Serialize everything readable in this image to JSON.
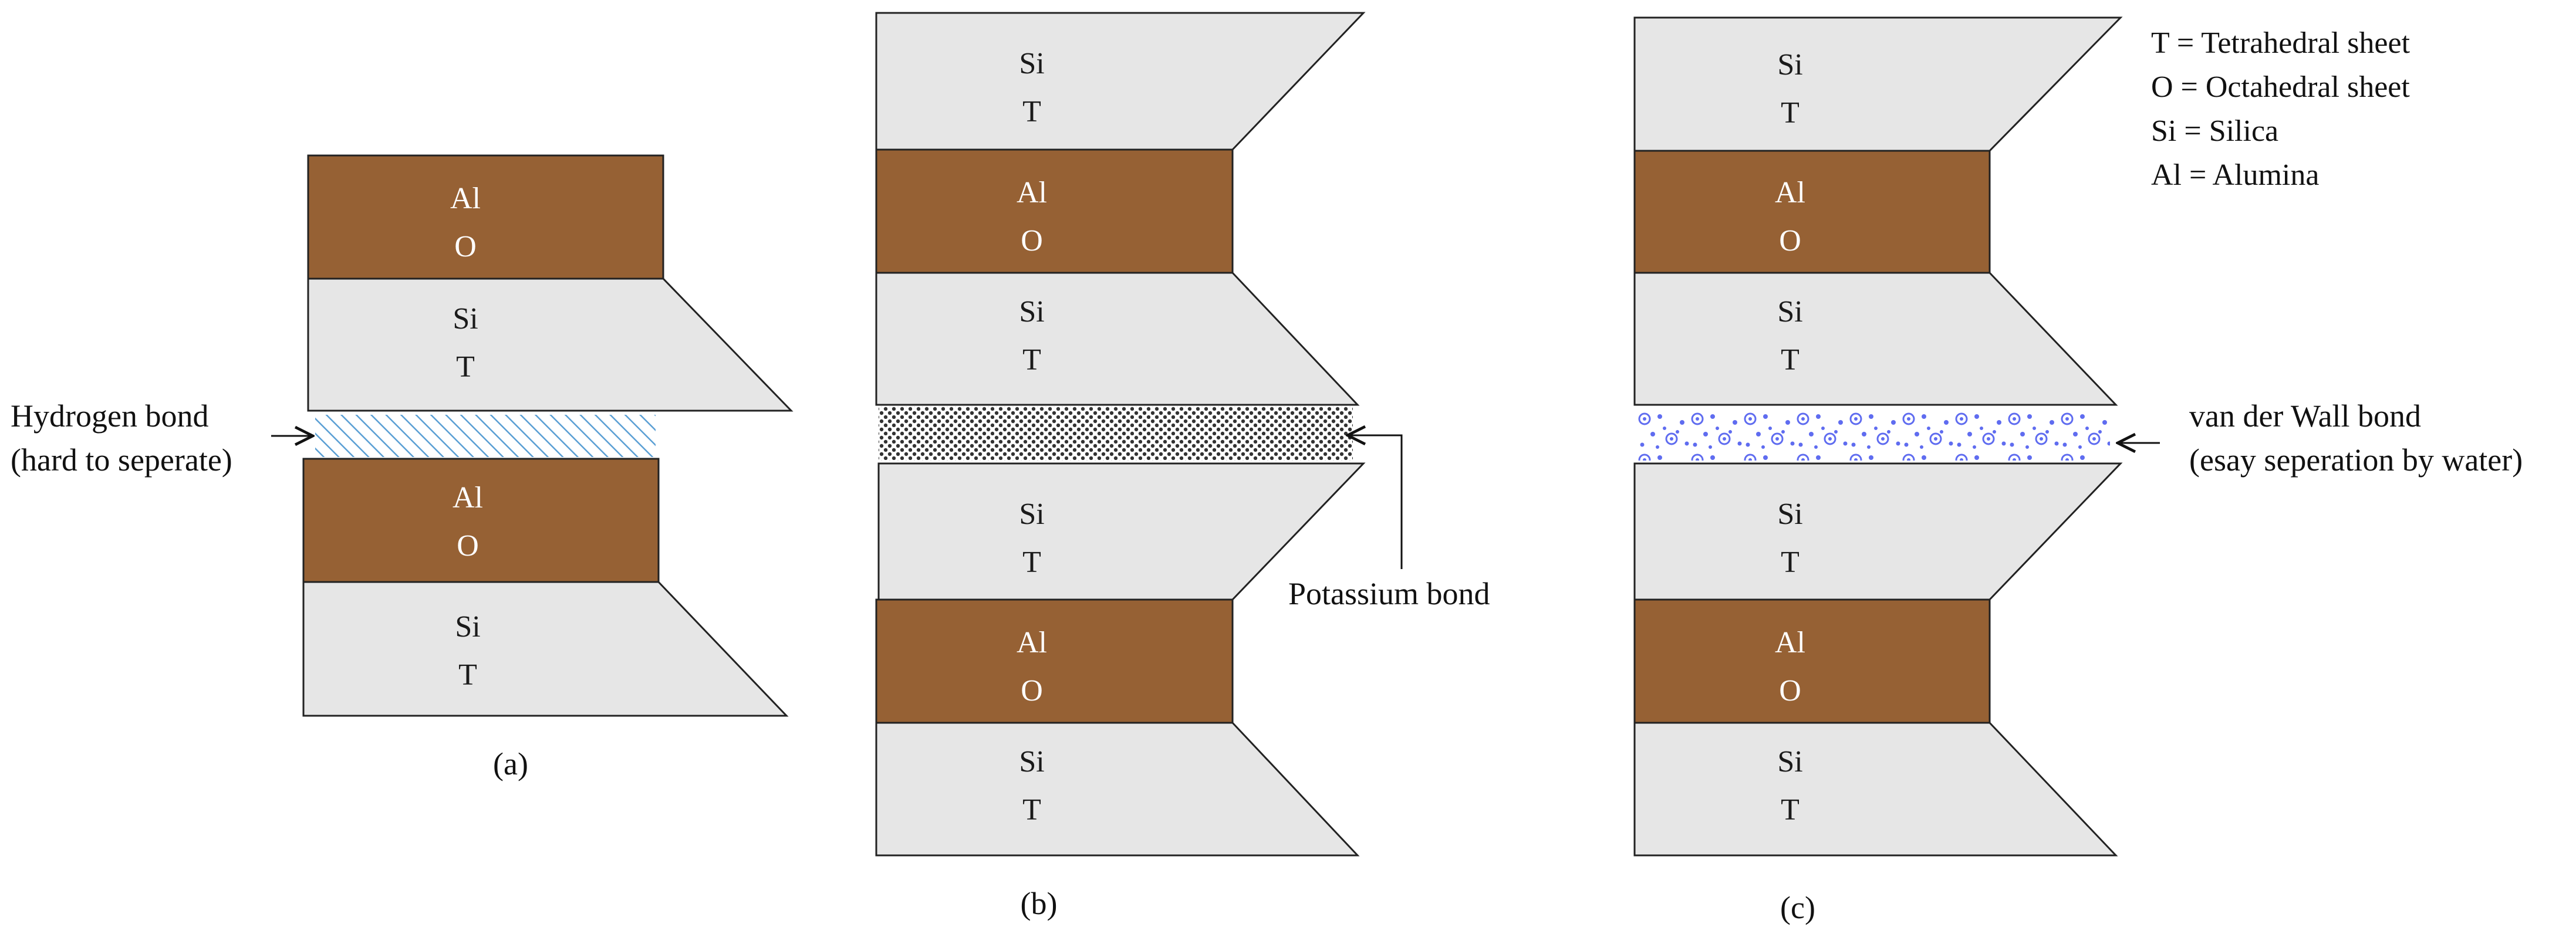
{
  "colors": {
    "tetrahedral_fill": "#e6e6e6",
    "octahedral_fill": "#966134",
    "hydrogen_hatch": "#5a9fd4",
    "potassium_dots": "#333333",
    "vdw_dots": "#5f6cf0",
    "stroke": "#222222"
  },
  "layer_labels": {
    "tetrahedral": {
      "element": "Si",
      "sheet": "T"
    },
    "octahedral": {
      "element": "Al",
      "sheet": "O"
    }
  },
  "panels": {
    "a": {
      "caption": "(a)",
      "bond_label_line1": "Hydrogen bond",
      "bond_label_line2": "(hard to seperate)"
    },
    "b": {
      "caption": "(b)",
      "bond_label": "Potassium bond"
    },
    "c": {
      "caption": "(c)",
      "bond_label_line1": "van der Wall bond",
      "bond_label_line2": "(esay seperation by water)"
    }
  },
  "legend": {
    "items": [
      "T = Tetrahedral sheet",
      "O = Octahedral sheet",
      "Si = Silica",
      "Al = Alumina"
    ]
  }
}
